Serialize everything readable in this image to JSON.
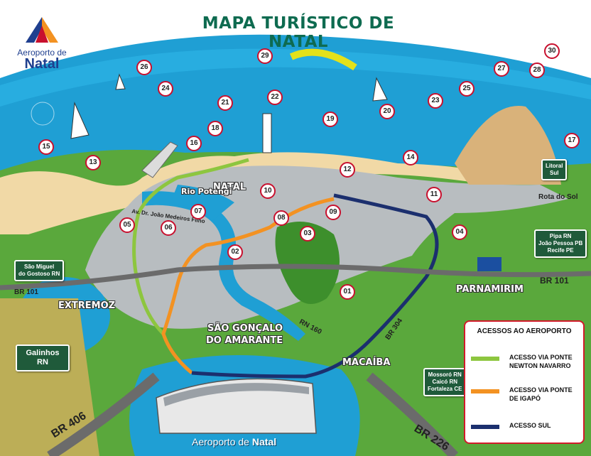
{
  "title": "MAPA TURÍSTICO DE NATAL",
  "brand": {
    "line1": "Aeroporto de",
    "line2": "Natal"
  },
  "places": {
    "natal": "NATAL",
    "extremoz": "EXTREMOZ",
    "sao_goncalo_1": "SÃO GONÇALO",
    "sao_goncalo_2": "DO AMARANTE",
    "macaiba": "MACAÍBA",
    "parnamirim": "PARNAMIRIM",
    "rio_potengi": "Rio Potengi"
  },
  "roads": {
    "br101_left": "BR 101",
    "br101_right": "BR 101",
    "br406": "BR 406",
    "br226": "BR 226",
    "rn160": "RN 160",
    "br304": "BR 304",
    "rota_do_sol": "Rota do Sol",
    "av_joao_medeiros": "Av. Dr. João Medeiros Filho"
  },
  "signs": {
    "sao_miguel": "São Miguel\ndo Gostoso RN",
    "litoral_sul": "Litoral\nSul",
    "pipa": "Pipa RN\nJoão Pessoa PB\nRecife PE",
    "galinhos": "Galinhos RN",
    "mossoro": "Mossoró RN\nCaicó RN\nFortaleza CE"
  },
  "legend": {
    "title": "ACESSOS AO AEROPORTO",
    "items": [
      {
        "label": "ACESSO VIA PONTE\nNEWTON NAVARRO",
        "color": "#8dc63f"
      },
      {
        "label": "ACESSO VIA PONTE\nDE IGAPÓ",
        "color": "#f39222"
      },
      {
        "label": "ACESSO SUL",
        "color": "#1b2f6e"
      }
    ]
  },
  "airport_label": {
    "prefix": "Aeroporto de",
    "name": "Natal"
  },
  "pins": [
    "01",
    "02",
    "03",
    "04",
    "05",
    "06",
    "07",
    "08",
    "09",
    "10",
    "11",
    "12",
    "13",
    "14",
    "15",
    "16",
    "17",
    "18",
    "19",
    "20",
    "21",
    "22",
    "23",
    "24",
    "25",
    "26",
    "27",
    "28",
    "29",
    "30"
  ],
  "colors": {
    "sea": "#1f9fd4",
    "land": "#5aa83c",
    "city": "#b8bdc0",
    "beach": "#f1d9a6",
    "title": "#0e6b50",
    "pin_border": "#c8102e"
  }
}
